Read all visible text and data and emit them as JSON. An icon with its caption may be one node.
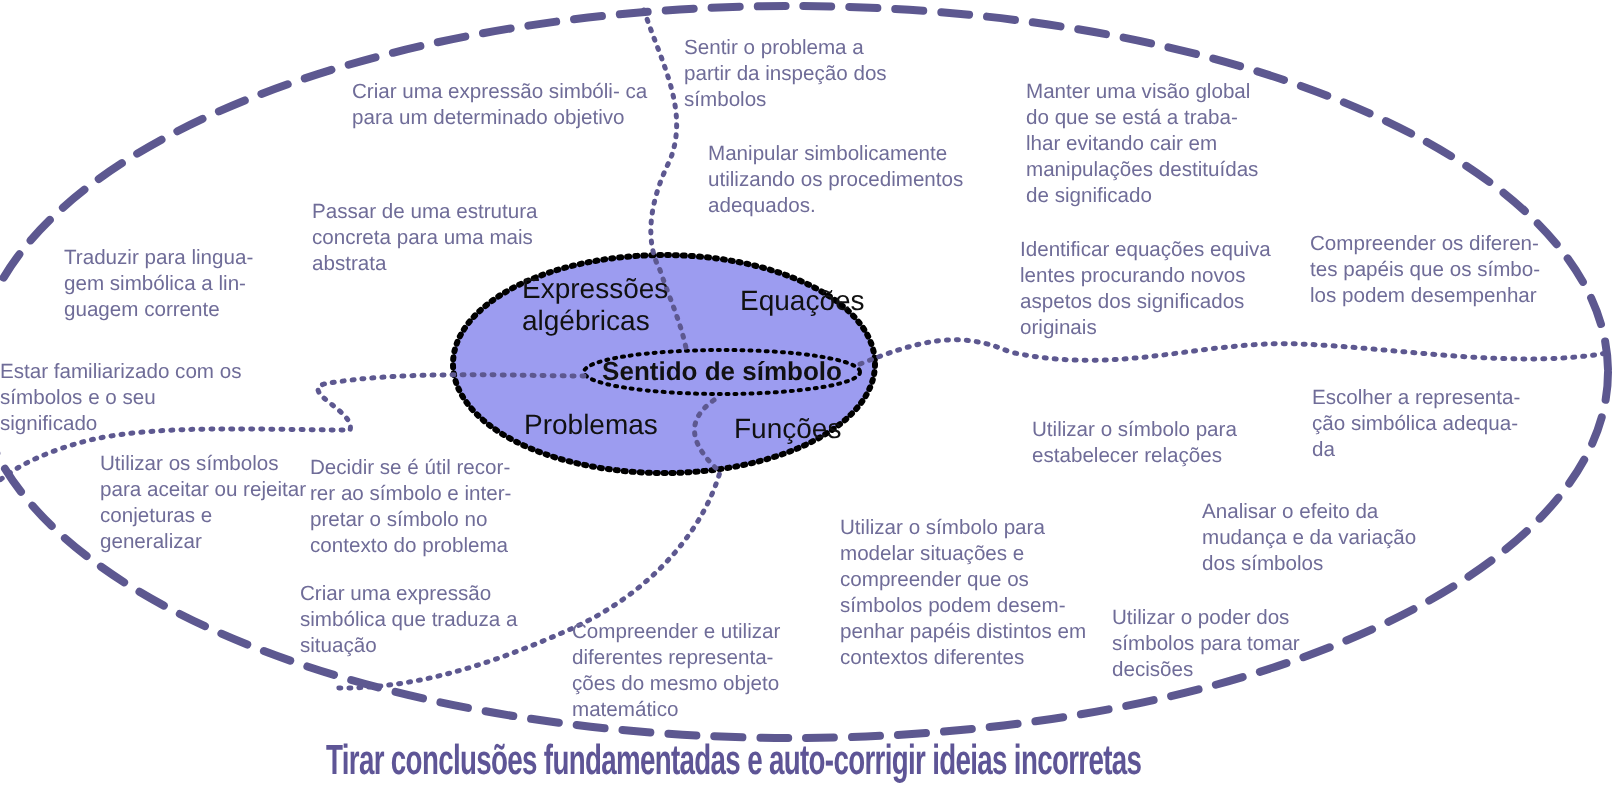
{
  "diagram": {
    "nodes": [
      {
        "text": [],
        "shape": "ellipse"
      },
      {
        "text": [
          "Expressões algébricas",
          "Equações",
          "Problemas",
          "Funções"
        ],
        "in": 0
      },
      {
        "text": [
          "Sentido de símbolo"
        ],
        "in": 1
      }
    ],
    "labels": [
      "Sentir o problema a partir da inspeção dos símbolos",
      "Criar uma expressão simbóli- ca para um determinado objetivo",
      "Manipular simbolicamente utilizando os procedimentos adequados.",
      "Manter uma visão global do que se está a traba- lhar evitando cair em manipulações destituídas de significado",
      "Passar de uma estrutura concreta para uma mais abstrata",
      "Traduzir para lingua- gem simbólica a lin- guagem corrente",
      "Identificar equações equiva lentes procurando novos aspetos dos significados originais",
      "Compreender os diferen- tes papéis que os símbo- los podem desempenhar",
      "Estar familiarizado com os símbolos e o seu significado",
      "Escolher a representa- ção simbólica adequa- da",
      "Utilizar o símbolo para estabelecer relações",
      "Utilizar os símbolos para aceitar ou rejeitar conjeturas e generalizar",
      "Decidir se é útil recor- rer ao símbolo e inter- pretar o símbolo no contexto do problema",
      "Analisar o efeito da mudança e da variação dos símbolos",
      "Utilizar o símbolo para modelar situações e compreender que os símbolos podem desem- penhar papéis distintos em contextos diferentes",
      "Criar uma expressão simbólica que traduza a situação",
      "Utilizar o poder dos símbolos para tomar decisões",
      "Compreender e utilizar diferentes representa- ções do mesmo objeto matemático",
      "Tirar conclusões fundamentadas e auto-corrigir ideias incorretas"
    ]
  }
}
